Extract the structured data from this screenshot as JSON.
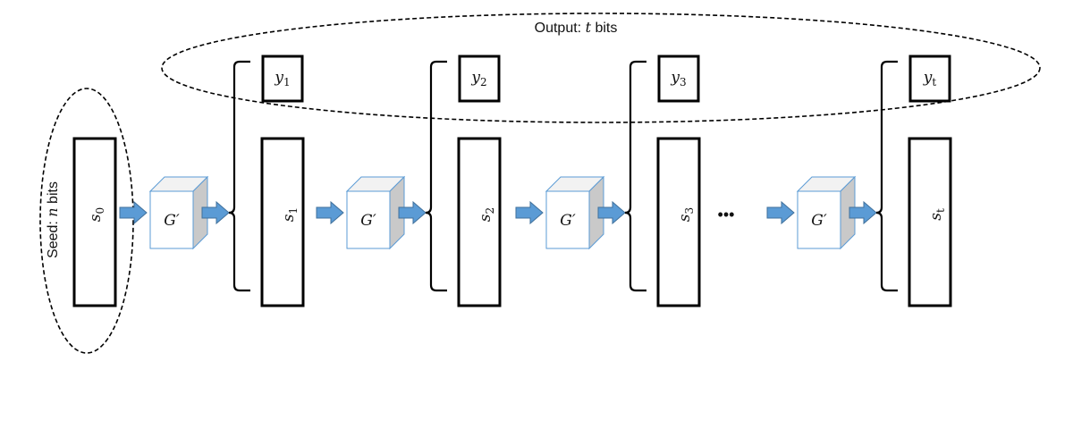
{
  "diagram": {
    "output_label_prefix": "Output: ",
    "output_label_var": "t",
    "output_label_suffix": " bits",
    "seed_label_prefix": "Seed: ",
    "seed_label_var": "n",
    "seed_label_suffix": " bits",
    "seed_block": {
      "var": "s",
      "sub": "0"
    },
    "generator_label": "G′",
    "ellipsis": "•••",
    "stages": [
      {
        "y_var": "y",
        "y_sub": "1",
        "s_var": "s",
        "s_sub": "1"
      },
      {
        "y_var": "y",
        "y_sub": "2",
        "s_var": "s",
        "s_sub": "2"
      },
      {
        "y_var": "y",
        "y_sub": "3",
        "s_var": "s",
        "s_sub": "3"
      },
      {
        "y_var": "y",
        "y_sub": "t",
        "s_var": "s",
        "s_sub": "t"
      }
    ],
    "colors": {
      "arrow": "#5B9BD5",
      "arrow_stroke": "#41719C",
      "cube_front": "#ffffff",
      "cube_top": "#f2f2f2",
      "cube_side": "#c9c9c9",
      "cube_stroke": "#5B9BD5",
      "line": "#000000"
    }
  }
}
